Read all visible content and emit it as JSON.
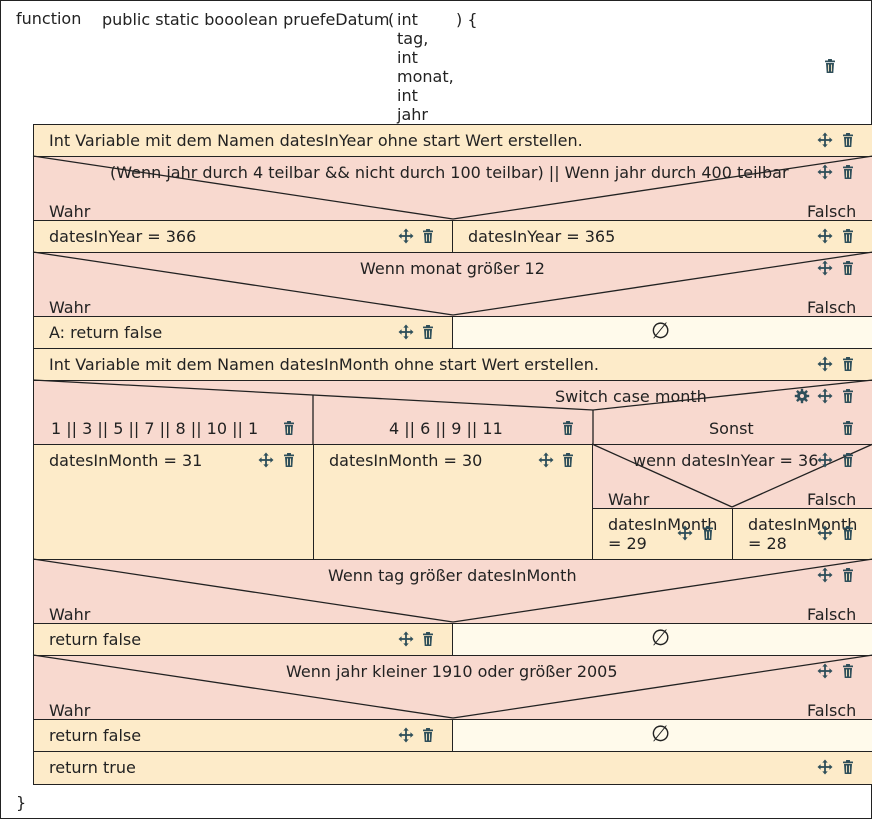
{
  "header": {
    "keyword": "function",
    "signature": "public static booolean pruefeDatum",
    "paren_open": "(",
    "params": [
      "int",
      "tag,",
      "int",
      "monat,",
      "int",
      "jahr"
    ],
    "paren_close": ") {",
    "closing_brace": "}"
  },
  "blocks": {
    "decl_year": "Int Variable mit dem Namen datesInYear ohne start Wert erstellen.",
    "if_leap": {
      "condition": "(Wenn jahr durch 4 teilbar && nicht durch 100 teilbar) || Wenn jahr durch 400 teilbar",
      "true_label": "Wahr",
      "false_label": "Falsch",
      "true_action": "datesInYear = 366",
      "false_action": "datesInYear = 365"
    },
    "if_month": {
      "condition": "Wenn monat größer 12",
      "true_label": "Wahr",
      "false_label": "Falsch",
      "true_action": "A: return false",
      "false_symbol": "∅"
    },
    "decl_month": "Int Variable mit dem Namen datesInMonth ohne start Wert erstellen.",
    "switch": {
      "label": "Switch case month",
      "cases": [
        {
          "label": "1 || 3 || 5 || 7 || 8 || 10 || 1",
          "action": "datesInMonth = 31"
        },
        {
          "label": "4 || 6 || 9 || 11",
          "action": "datesInMonth = 30"
        }
      ],
      "default_label": "Sonst",
      "default_if": {
        "condition": "wenn datesInYear = 36",
        "true_label": "Wahr",
        "false_label": "Falsch",
        "true_action_line1": "datesInMonth",
        "true_action_line2": "= 29",
        "false_action_line1": "datesInMonth",
        "false_action_line2": "= 28"
      }
    },
    "if_day": {
      "condition": "Wenn tag größer datesInMonth",
      "true_label": "Wahr",
      "false_label": "Falsch",
      "true_action": "return false",
      "false_symbol": "∅"
    },
    "if_year": {
      "condition": "Wenn jahr kleiner 1910 oder größer 2005",
      "true_label": "Wahr",
      "false_label": "Falsch",
      "true_action": "return false",
      "false_symbol": "∅"
    },
    "final_action": "return true"
  },
  "colors": {
    "action_bg": "#fdebc9",
    "condition_bg": "#f8d9cf",
    "empty_bg": "#fffaeb",
    "icon": "#2f4f5a",
    "border": "#222222"
  },
  "icons": [
    "move-icon",
    "trash-icon",
    "gear-icon"
  ]
}
